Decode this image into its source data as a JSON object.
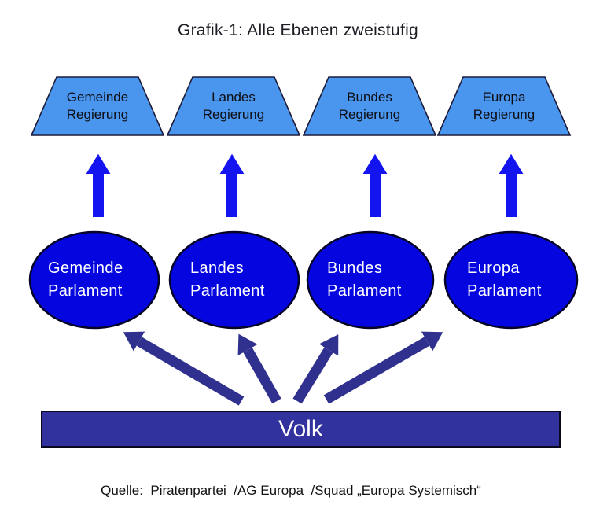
{
  "title": "Grafik-1: Alle Ebenen zweistufig",
  "levels": [
    {
      "id": "gemeinde",
      "government": [
        "Gemeinde",
        "Regierung"
      ],
      "parliament": [
        "Gemeinde",
        "Parlament"
      ]
    },
    {
      "id": "landes",
      "government": [
        "Landes",
        "Regierung"
      ],
      "parliament": [
        "Landes",
        "Parlament"
      ]
    },
    {
      "id": "bundes",
      "government": [
        "Bundes",
        "Regierung"
      ],
      "parliament": [
        "Bundes",
        "Parlament"
      ]
    },
    {
      "id": "europa",
      "government": [
        "Europa",
        "Regierung"
      ],
      "parliament": [
        "Europa",
        "Parlament"
      ]
    }
  ],
  "volk": {
    "label": "Volk"
  },
  "caption": "Quelle:  Piratenpartei  /AG Europa  /Squad „Europa Systemisch“",
  "colors": {
    "trapezoid-fill": "#4a96ee",
    "trapezoid-stroke": "#1c1c3a",
    "up-arrow-fill": "#1414f0",
    "ellipse-fill": "#0505e0",
    "ellipse-stroke": "#050528",
    "diagonal-arrow-fill": "#30308e",
    "volk-fill": "#32329e",
    "volk-stroke": "#0a0a1e",
    "title-color": "#1c1c24",
    "caption-color": "#111111",
    "gov-text": "#0d0d12",
    "parliament-text": "#ffffff",
    "volk-text": "#ffffff"
  }
}
